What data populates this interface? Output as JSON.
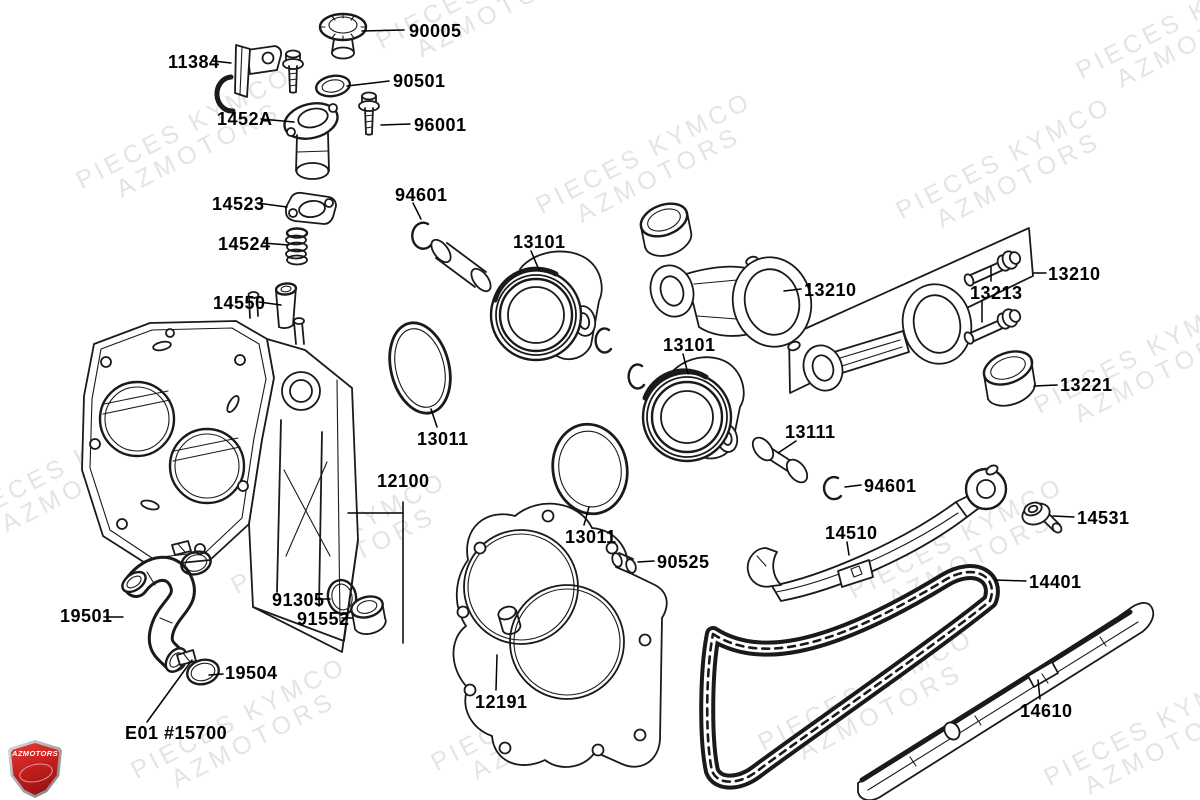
{
  "watermark": {
    "line1": "PIECES KYMCO",
    "line2": "AZMOTORS"
  },
  "logo": {
    "text": "AZMOTORS"
  },
  "parts": [
    {
      "ref": "90005",
      "name": "oil-filler-cap"
    },
    {
      "ref": "11384",
      "name": "bracket"
    },
    {
      "ref": "90501",
      "name": "washer"
    },
    {
      "ref": "1452A",
      "name": "cam-chain-tensioner"
    },
    {
      "ref": "96001",
      "name": "flange-bolt"
    },
    {
      "ref": "14523",
      "name": "tensioner-gasket"
    },
    {
      "ref": "94601",
      "name": "snap-ring"
    },
    {
      "ref": "14524",
      "name": "tensioner-spring"
    },
    {
      "ref": "13101",
      "name": "piston-front"
    },
    {
      "ref": "14550",
      "name": "tensioner-push-rod"
    },
    {
      "ref": "13210",
      "name": "connecting-rod"
    },
    {
      "ref": "13213",
      "name": "connecting-rod-bolt"
    },
    {
      "ref": "13210",
      "name": "connecting-rod-set"
    },
    {
      "ref": "13221",
      "name": "connecting-rod-bearing"
    },
    {
      "ref": "13011",
      "name": "piston-ring-set-front"
    },
    {
      "ref": "13101",
      "name": "piston-rear"
    },
    {
      "ref": "13111",
      "name": "piston-pin"
    },
    {
      "ref": "94601",
      "name": "snap-ring-2"
    },
    {
      "ref": "12100",
      "name": "cylinder-block"
    },
    {
      "ref": "13011",
      "name": "piston-ring-set-rear"
    },
    {
      "ref": "90525",
      "name": "dowel-pin"
    },
    {
      "ref": "14510",
      "name": "cam-chain-guide"
    },
    {
      "ref": "14531",
      "name": "guide-bolt"
    },
    {
      "ref": "14401",
      "name": "cam-chain"
    },
    {
      "ref": "19501",
      "name": "water-hose"
    },
    {
      "ref": "91305",
      "name": "o-ring"
    },
    {
      "ref": "91552",
      "name": "collar"
    },
    {
      "ref": "19504",
      "name": "hose-clamp"
    },
    {
      "ref": "12191",
      "name": "cylinder-gasket"
    },
    {
      "ref": "14610",
      "name": "tensioner-blade"
    },
    {
      "ref": "E01 #15700",
      "name": "engine-reference"
    }
  ]
}
